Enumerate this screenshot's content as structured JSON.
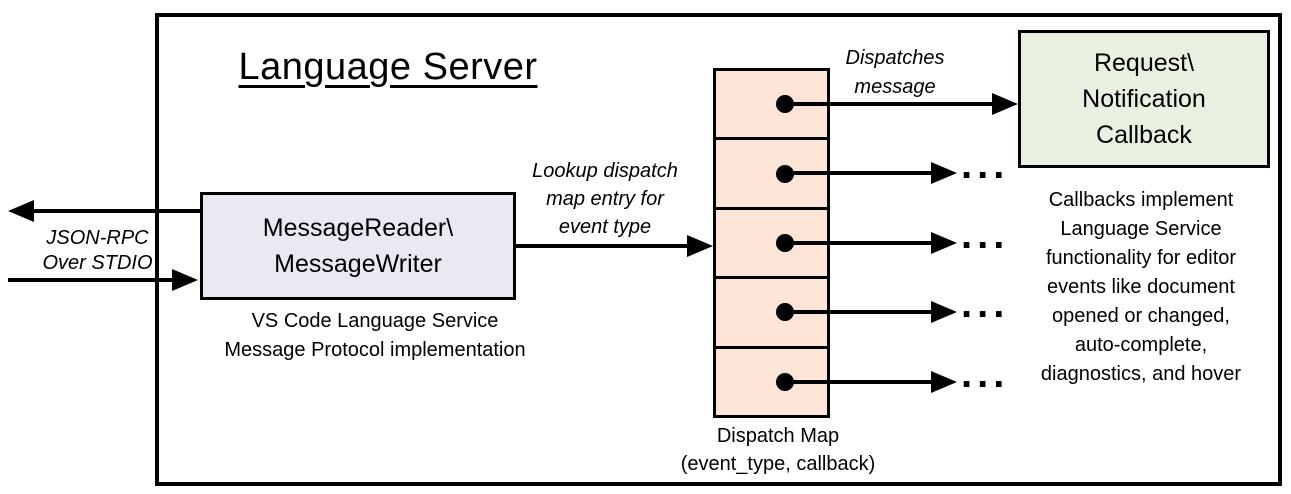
{
  "diagram": {
    "title": "Language Server",
    "type": "flow-diagram"
  },
  "nodes": {
    "message_reader": {
      "label": "MessageReader\\\nMessageWriter",
      "caption": "VS Code Language Service\nMessage Protocol implementation",
      "fill": "#EAE8F0"
    },
    "dispatch_map": {
      "cell_count": 5,
      "label": "Dispatch Map\n(event_type, callback)",
      "fill": "#FCE5D7"
    },
    "callback": {
      "label": "Request\\\nNotification\nCallback",
      "caption": "Callbacks implement\nLanguage Service\nfunctionality for editor\nevents like document\nopened or changed,\nauto-complete,\ndiagnostics, and hover",
      "fill": "#E8F0DF"
    }
  },
  "annotations": {
    "io_channel": "JSON-RPC\nOver STDIO",
    "lookup": "Lookup dispatch\nmap entry for\nevent type",
    "dispatch": "Dispatches\nmessage",
    "ellipsis": "..."
  },
  "colors": {
    "background": "#FFFFFF",
    "line": "#000000",
    "message_reader_fill": "#EAE8F0",
    "dispatch_cell_fill": "#FCE5D7",
    "callback_fill": "#E8F0DF"
  }
}
